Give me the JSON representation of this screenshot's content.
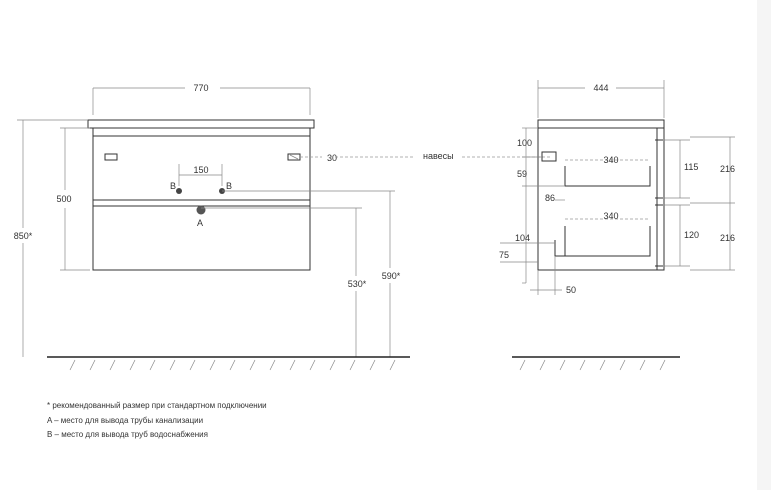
{
  "front_view": {
    "width": "770",
    "depth_top": "500",
    "total_height": "850*",
    "hole_spacing": "150",
    "label_b_left": "B",
    "label_b_right": "B",
    "label_a": "A",
    "hinge_offset": "30",
    "height_530": "530*",
    "height_590": "590*"
  },
  "side_view": {
    "depth": "444",
    "hinges_label": "навесы",
    "dim_100": "100",
    "dim_59": "59",
    "dim_86": "86",
    "dim_104": "104",
    "dim_75": "75",
    "dim_50": "50",
    "drawer_depth_top": "340",
    "drawer_depth_bottom": "340",
    "drawer_inner_top": "115",
    "drawer_inner_bottom": "120",
    "drawer_front_top": "216",
    "drawer_front_bottom": "216"
  },
  "notes": [
    "* рекомендованный размер при стандартном подключении",
    "A – место для вывода трубы канализации",
    "B – место для вывода труб водоснабжения"
  ]
}
